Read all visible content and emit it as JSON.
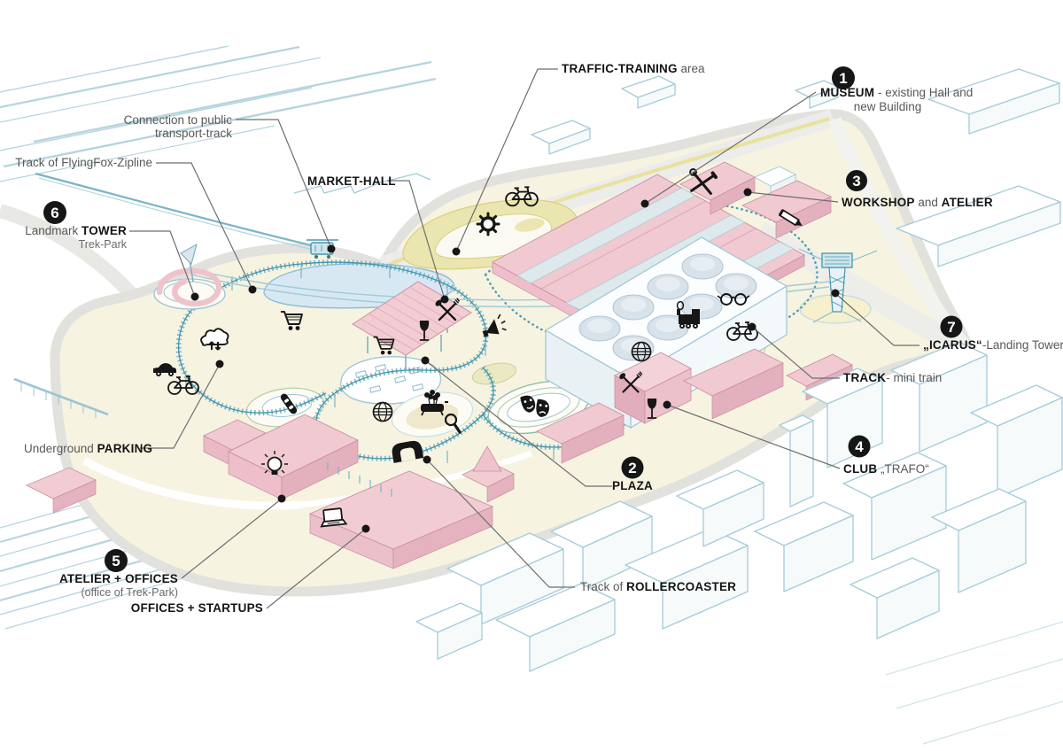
{
  "figure": {
    "kind": "axonometric masterplan illustration",
    "colors": {
      "site_fill": "#f6f3e1",
      "roof_pink": "#f1c9d1",
      "roof_pink_dark": "#e3b0bd",
      "skylight": "#dde9ec",
      "outline_blue": "#9cc5d6",
      "track_teal": "#4896ae",
      "water": "#d8e8f3",
      "path_yellow": "#ebe5af",
      "road_gray": "#e7e7e4",
      "label_gray": "#58585a",
      "ink": "#161616"
    }
  },
  "callouts": {
    "traffic_training": {
      "bold": "TRAFFIC-TRAINING",
      "rest": " area"
    },
    "museum": {
      "num": "1",
      "bold": "MUSEUM",
      "rest": " - existing Hall and",
      "line2": "new Building"
    },
    "workshop": {
      "num": "3",
      "bold1": "WORKSHOP",
      "mid": " and ",
      "bold2": "ATELIER"
    },
    "icarus": {
      "num": "7",
      "bold": "„ICARUS“",
      "rest": "-Landing Tower"
    },
    "track_mini_train": {
      "bold": "TRACK",
      "rest": "- mini train"
    },
    "club_trafo": {
      "num": "4",
      "bold": "CLUB",
      "rest": " „TRAFO“"
    },
    "plaza": {
      "num": "2",
      "bold": "PLAZA"
    },
    "rollercoaster": {
      "pre": "Track of ",
      "bold": "ROLLERCOASTER"
    },
    "offices_startups": {
      "bold": "OFFICES + STARTUPS"
    },
    "atelier_offices": {
      "num": "5",
      "bold": "ATELIER + OFFICES",
      "sub": "(office of Trek-Park)"
    },
    "underground_parking": {
      "pre": "Underground ",
      "bold": "PARKING"
    },
    "landmark_tower": {
      "num": "6",
      "pre": "Landmark ",
      "bold": "TOWER",
      "sub": "Trek-Park"
    },
    "zipline": {
      "text": "Track of FlyingFox-Zipline"
    },
    "public_transport": {
      "line1": "Connection to public",
      "line2": "transport-track"
    },
    "market_hall": {
      "bold": "MARKET-HALL"
    }
  },
  "icons": [
    {
      "name": "bicycle-icon",
      "area": "traffic-training"
    },
    {
      "name": "gear-icon",
      "area": "traffic-training"
    },
    {
      "name": "tools-icon",
      "area": "workshop"
    },
    {
      "name": "pencil-icon",
      "area": "atelier"
    },
    {
      "name": "glasses-icon",
      "area": "museum-new-building"
    },
    {
      "name": "locomotive-icon",
      "area": "mini-train"
    },
    {
      "name": "globe-icon",
      "area": "museum"
    },
    {
      "name": "shopping-cart-icon",
      "area": "market"
    },
    {
      "name": "crossed-cutlery-icon",
      "area": "food"
    },
    {
      "name": "wine-glass-icon",
      "area": "club"
    },
    {
      "name": "megaphone-icon",
      "area": "market-hall"
    },
    {
      "name": "theater-masks-icon",
      "area": "amphitheater"
    },
    {
      "name": "skateboard-icon",
      "area": "skate-bowl"
    },
    {
      "name": "cloud-exchange-icon",
      "area": "tower"
    },
    {
      "name": "car-icon",
      "area": "parking"
    },
    {
      "name": "bathtub-flowers-icon",
      "area": "garden"
    },
    {
      "name": "magnifier-icon",
      "area": "garden"
    },
    {
      "name": "lightbulb-icon",
      "area": "atelier-offices"
    },
    {
      "name": "laptop-icon",
      "area": "offices-startups"
    },
    {
      "name": "tunnel-icon",
      "area": "rollercoaster"
    },
    {
      "name": "tram-icon",
      "area": "public-transport-stop"
    }
  ]
}
